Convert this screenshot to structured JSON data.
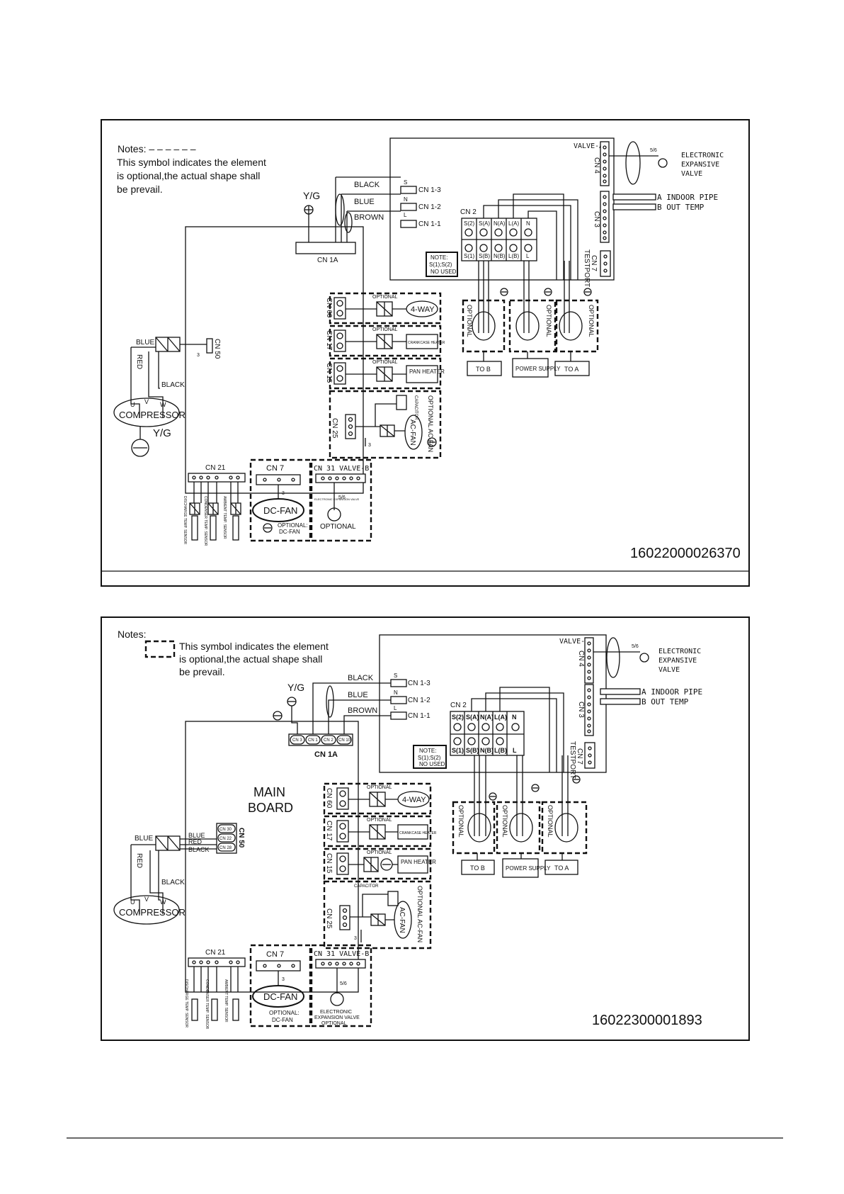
{
  "d1": {
    "notes_title": "Notes: – – – – – –",
    "notes_lines": [
      "This symbol indicates the element",
      "is  optional,the actual shape shall",
      "be prevail."
    ],
    "yg": "Y/G",
    "wires": [
      "BLACK",
      "BLUE",
      "BROWN"
    ],
    "terminals": [
      "CN 1-3",
      "CN 1-2",
      "CN 1-1"
    ],
    "snl": [
      "S",
      "N",
      "L"
    ],
    "cn1a": "CN 1A",
    "valve_a": "VALVE-A",
    "cn4": "CN 4",
    "cn3": "CN 3",
    "eev": [
      "ELECTRONIC",
      "EXPANSIVE",
      "VALVE"
    ],
    "pipe": [
      "A  INDOOR PIPE",
      "B  OUT TEMP"
    ],
    "five6": "5/6",
    "cn2": "CN 2",
    "term_top": [
      "S(2)",
      "S(A)",
      "N(A)",
      "L(A)",
      "N"
    ],
    "term_bot": [
      "S(1)",
      "S(B)",
      "N(B)",
      "L(B)",
      "L"
    ],
    "note": [
      "NOTE:",
      "S(1);S(2)",
      "NO USED"
    ],
    "testport": "TESTPORT",
    "cn7": "CN 7",
    "optional": "OPTIONAL",
    "to_labels": [
      "TO B",
      "POWER SUPPLY",
      "TO A"
    ],
    "cn60": "CN 60",
    "fourway": "4-WAY",
    "cn17": "CN 17",
    "crank": "CRANKCASE HEATER",
    "cn15": "CN 15",
    "pan": "PAN HEATER",
    "cn25": "CN 25",
    "capacitor": "CAPACITOR",
    "acfan": "AC-FAN",
    "opt_acfan": "OPTIONAL AC-FAN",
    "cn50": "CN 50",
    "blue": "BLUE",
    "red": "RED",
    "black": "BLACK",
    "uvw": [
      "U",
      "V",
      "W"
    ],
    "compressor": "COMPRESSOR",
    "cn21": "CN 21",
    "sensors": [
      "DISCHARGE TEMP. SENSOR",
      "CONDENSER TEMP. SENSOR",
      "AMBIENT TEMP. SENSOR"
    ],
    "dcfan": "DC-FAN",
    "opt_dcfan": [
      "OPTIONAL:",
      "DC-FAN"
    ],
    "cn31": "CN 31 VALVE-B",
    "eev_small": "ELECTRONIC EXPANSION VALVE",
    "three": "3",
    "code": "16022000026370"
  },
  "d2": {
    "notes_title": "Notes:",
    "notes_lines": [
      "This symbol indicates the element",
      "is  optional,the actual shape shall",
      "be prevail."
    ],
    "yg": "Y/G",
    "wires": [
      "BLACK",
      "BLUE",
      "BROWN"
    ],
    "terminals": [
      "CN 1-3",
      "CN 1-2",
      "CN 1-1"
    ],
    "snl": [
      "S",
      "N",
      "L"
    ],
    "cn1a": "CN 1A",
    "cn1a_pins": [
      "CN 3",
      "CN 1",
      "CN 2",
      "CN 10"
    ],
    "main": [
      "MAIN",
      "BOARD"
    ],
    "valve_a": "VALVE-A",
    "cn4": "CN 4",
    "cn3": "CN 3",
    "eev": [
      "ELECTRONIC",
      "EXPANSIVE",
      "VALVE"
    ],
    "pipe": [
      "A  INDOOR PIPE",
      "B  OUT TEMP"
    ],
    "five6": "5/6",
    "cn2": "CN 2",
    "term_top": [
      "S(2)",
      "S(A)",
      "N(A)",
      "L(A)",
      "N"
    ],
    "term_bot": [
      "S(1)",
      "S(B)",
      "N(B)",
      "L(B)",
      "L"
    ],
    "note": [
      "NOTE:",
      "S(1);S(2)",
      "NO USED"
    ],
    "testport": "TESTPORT",
    "cn7": "CN 7",
    "optional": "OPTIONAL",
    "to_labels": [
      "TO B",
      "POWER SUPPLY",
      "TO A"
    ],
    "cn60": "CN 60",
    "fourway": "4-WAY",
    "cn17": "CN 17",
    "crank": "CRANKCASE HEATER",
    "cn15": "CN 15",
    "pan": "PAN HEATER",
    "cn25": "CN 25",
    "capacitor": "CAPACITOR",
    "acfan": "AC-FAN",
    "opt_acfan": "OPTIONAL AC-FAN",
    "cn50": "CN 50",
    "cn50_pins": [
      "CN 30",
      "CN 22",
      "CN 28"
    ],
    "blue": "BLUE",
    "red": "RED",
    "black": "BLACK",
    "uvw": [
      "U",
      "V",
      "W"
    ],
    "compressor": "COMPRESSOR",
    "cn21": "CN 21",
    "sensors": [
      "DISCHARGE TEMP. SENSOR",
      "CONDENSER TEMP. SENSOR",
      "AMBIENT TEMP. SENSOR"
    ],
    "dcfan": "DC-FAN",
    "opt_dcfan": [
      "OPTIONAL:",
      "DC-FAN"
    ],
    "cn31": "CN 31 VALVE-B",
    "eev_small": [
      "ELECTRONIC",
      "EXPANSION VALVE",
      "OPTIONAL"
    ],
    "three": "3",
    "code": "16022300001893"
  }
}
